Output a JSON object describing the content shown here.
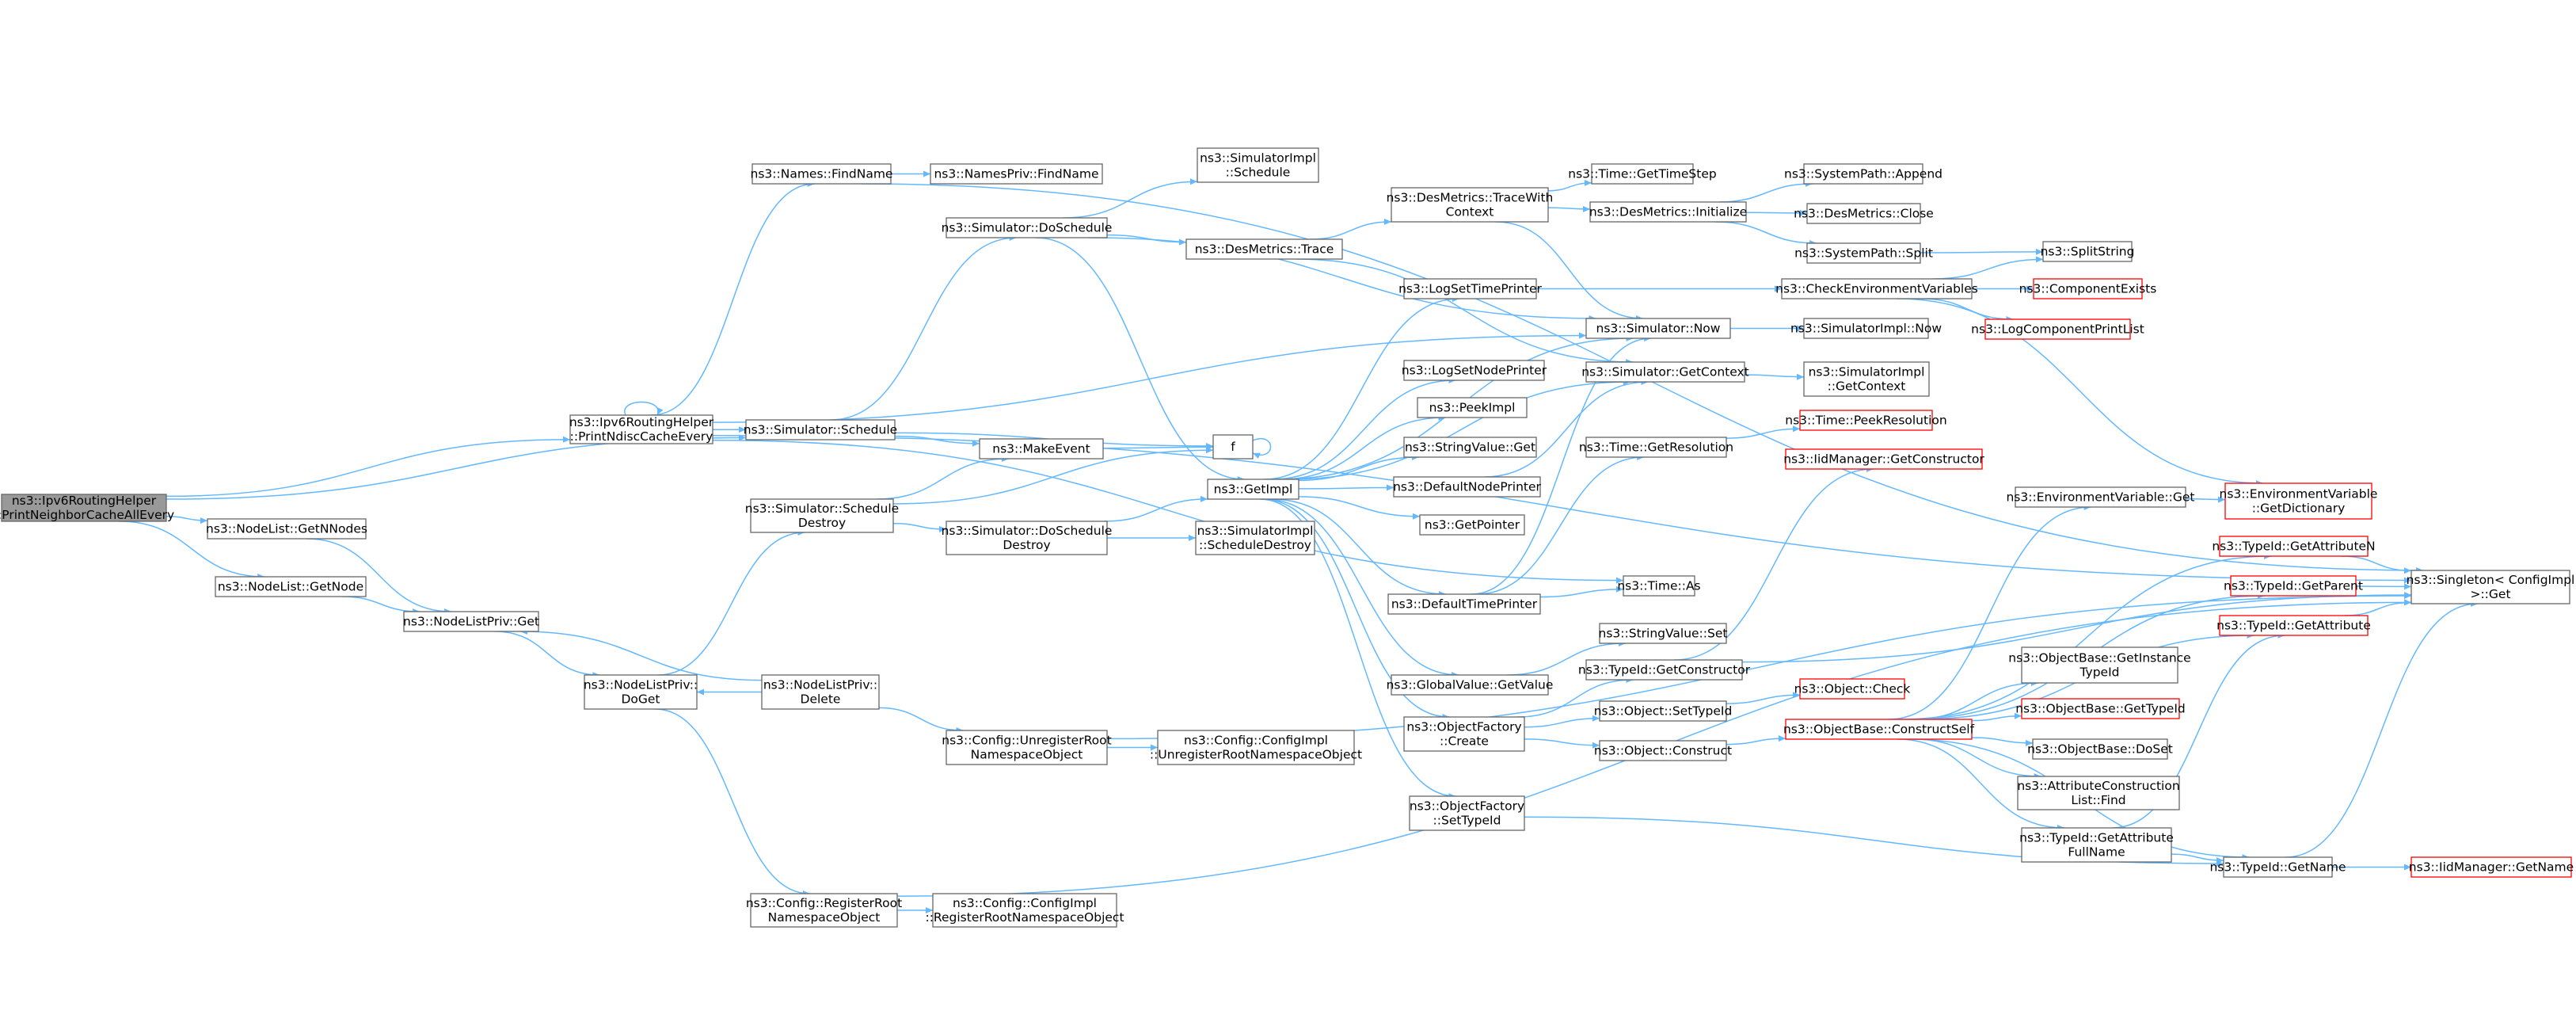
{
  "colors": {
    "edge": "#63b8ff",
    "border": "#666666",
    "red_border": "#ff0000",
    "root_fill": "#999999"
  },
  "nodes": {
    "root": {
      "lines": [
        "ns3::Ipv6RoutingHelper",
        "::PrintNeighborCacheAllEvery"
      ],
      "style": "root"
    },
    "printNdisc": {
      "lines": [
        "ns3::Ipv6RoutingHelper",
        "::PrintNdiscCacheEvery"
      ]
    },
    "nodeListGetNNodes": {
      "lines": [
        "ns3::NodeList::GetNNodes"
      ]
    },
    "nodeListGetNode": {
      "lines": [
        "ns3::NodeList::GetNode"
      ]
    },
    "nodeListPrivGet": {
      "lines": [
        "ns3::NodeListPriv::Get"
      ]
    },
    "nodeListPrivDoGet": {
      "lines": [
        "ns3::NodeListPriv::",
        "DoGet"
      ]
    },
    "nodeListPrivDelete": {
      "lines": [
        "ns3::NodeListPriv::",
        "Delete"
      ]
    },
    "namesFindName": {
      "lines": [
        "ns3::Names::FindName"
      ]
    },
    "namesPrivFindName": {
      "lines": [
        "ns3::NamesPriv::FindName"
      ]
    },
    "simSchedule": {
      "lines": [
        "ns3::Simulator::Schedule"
      ]
    },
    "simScheduleDestroy": {
      "lines": [
        "ns3::Simulator::Schedule",
        "Destroy"
      ]
    },
    "simDoSchedule": {
      "lines": [
        "ns3::Simulator::DoSchedule"
      ]
    },
    "simImplSchedule": {
      "lines": [
        "ns3::SimulatorImpl",
        "::Schedule"
      ]
    },
    "makeEvent": {
      "lines": [
        "ns3::MakeEvent"
      ]
    },
    "simDoScheduleDestroy": {
      "lines": [
        "ns3::Simulator::DoSchedule",
        "Destroy"
      ]
    },
    "simImplScheduleDestroy": {
      "lines": [
        "ns3::SimulatorImpl",
        "::ScheduleDestroy"
      ]
    },
    "configUnregister": {
      "lines": [
        "ns3::Config::UnregisterRoot",
        "NamespaceObject"
      ]
    },
    "configImplUnregister": {
      "lines": [
        "ns3::Config::ConfigImpl",
        "::UnregisterRootNamespaceObject"
      ]
    },
    "configRegister": {
      "lines": [
        "ns3::Config::RegisterRoot",
        "NamespaceObject"
      ]
    },
    "configImplRegister": {
      "lines": [
        "ns3::Config::ConfigImpl",
        "::RegisterRootNamespaceObject"
      ]
    },
    "desTrace": {
      "lines": [
        "ns3::DesMetrics::Trace"
      ]
    },
    "f": {
      "lines": [
        "f"
      ]
    },
    "getImpl": {
      "lines": [
        "ns3::GetImpl"
      ]
    },
    "logSetTimePrinter": {
      "lines": [
        "ns3::LogSetTimePrinter"
      ]
    },
    "logSetNodePrinter": {
      "lines": [
        "ns3::LogSetNodePrinter"
      ]
    },
    "peekImpl": {
      "lines": [
        "ns3::PeekImpl"
      ]
    },
    "stringValueGet": {
      "lines": [
        "ns3::StringValue::Get"
      ]
    },
    "defaultNodePrinter": {
      "lines": [
        "ns3::DefaultNodePrinter"
      ]
    },
    "getPointer": {
      "lines": [
        "ns3::GetPointer"
      ]
    },
    "defaultTimePrinter": {
      "lines": [
        "ns3::DefaultTimePrinter"
      ]
    },
    "globalValueGetValue": {
      "lines": [
        "ns3::GlobalValue::GetValue"
      ]
    },
    "objectFactoryCreate": {
      "lines": [
        "ns3::ObjectFactory",
        "::Create"
      ]
    },
    "objectFactorySetTypeId": {
      "lines": [
        "ns3::ObjectFactory",
        "::SetTypeId"
      ]
    },
    "desTraceWithContext": {
      "lines": [
        "ns3::DesMetrics::TraceWith",
        "Context"
      ]
    },
    "timeGetTimeStep": {
      "lines": [
        "ns3::Time::GetTimeStep"
      ]
    },
    "desInitialize": {
      "lines": [
        "ns3::DesMetrics::Initialize"
      ]
    },
    "simNow": {
      "lines": [
        "ns3::Simulator::Now"
      ]
    },
    "simGetContext": {
      "lines": [
        "ns3::Simulator::GetContext"
      ]
    },
    "timeGetResolution": {
      "lines": [
        "ns3::Time::GetResolution"
      ]
    },
    "timeAs": {
      "lines": [
        "ns3::Time::As"
      ]
    },
    "stringValueSet": {
      "lines": [
        "ns3::StringValue::Set"
      ]
    },
    "typeIdGetConstructor": {
      "lines": [
        "ns3::TypeId::GetConstructor"
      ]
    },
    "objectSetTypeId": {
      "lines": [
        "ns3::Object::SetTypeId"
      ]
    },
    "objectConstruct": {
      "lines": [
        "ns3::Object::Construct"
      ]
    },
    "objectCheck": {
      "lines": [
        "ns3::Object::Check"
      ],
      "style": "red"
    },
    "systemPathAppend": {
      "lines": [
        "ns3::SystemPath::Append"
      ]
    },
    "desClose": {
      "lines": [
        "ns3::DesMetrics::Close"
      ]
    },
    "systemPathSplit": {
      "lines": [
        "ns3::SystemPath::Split"
      ]
    },
    "checkEnvVars": {
      "lines": [
        "ns3::CheckEnvironmentVariables"
      ]
    },
    "simImplNow": {
      "lines": [
        "ns3::SimulatorImpl::Now"
      ]
    },
    "simImplGetContext": {
      "lines": [
        "ns3::SimulatorImpl",
        "::GetContext"
      ]
    },
    "timePeekResolution": {
      "lines": [
        "ns3::Time::PeekResolution"
      ],
      "style": "red"
    },
    "iidGetConstructor": {
      "lines": [
        "ns3::IidManager::GetConstructor"
      ],
      "style": "red"
    },
    "objectBaseConstructSelf": {
      "lines": [
        "ns3::ObjectBase::ConstructSelf"
      ],
      "style": "red"
    },
    "splitString": {
      "lines": [
        "ns3::SplitString"
      ]
    },
    "componentExists": {
      "lines": [
        "ns3::ComponentExists"
      ],
      "style": "red"
    },
    "logComponentPrintList": {
      "lines": [
        "ns3::LogComponentPrintList"
      ],
      "style": "red"
    },
    "envVarGet": {
      "lines": [
        "ns3::EnvironmentVariable::Get"
      ]
    },
    "envVarGetDictionary": {
      "lines": [
        "ns3::EnvironmentVariable",
        "::GetDictionary"
      ],
      "style": "red"
    },
    "typeIdGetAttributeN": {
      "lines": [
        "ns3::TypeId::GetAttributeN"
      ],
      "style": "red"
    },
    "typeIdGetParent": {
      "lines": [
        "ns3::TypeId::GetParent"
      ],
      "style": "red"
    },
    "typeIdGetAttribute": {
      "lines": [
        "ns3::TypeId::GetAttribute"
      ],
      "style": "red"
    },
    "objectBaseGetInstanceTypeId": {
      "lines": [
        "ns3::ObjectBase::GetInstance",
        "TypeId"
      ]
    },
    "objectBaseGetTypeId": {
      "lines": [
        "ns3::ObjectBase::GetTypeId"
      ],
      "style": "red"
    },
    "objectBaseDoSet": {
      "lines": [
        "ns3::ObjectBase::DoSet"
      ]
    },
    "attrConstructionListFind": {
      "lines": [
        "ns3::AttributeConstruction",
        "List::Find"
      ]
    },
    "typeIdGetAttributeFullName": {
      "lines": [
        "ns3::TypeId::GetAttribute",
        "FullName"
      ]
    },
    "typeIdGetName": {
      "lines": [
        "ns3::TypeId::GetName"
      ]
    },
    "iidGetName": {
      "lines": [
        "ns3::IidManager::GetName"
      ],
      "style": "red"
    },
    "singletonGet": {
      "lines": [
        "ns3::Singleton< ConfigImpl",
        " >::Get"
      ]
    }
  }
}
